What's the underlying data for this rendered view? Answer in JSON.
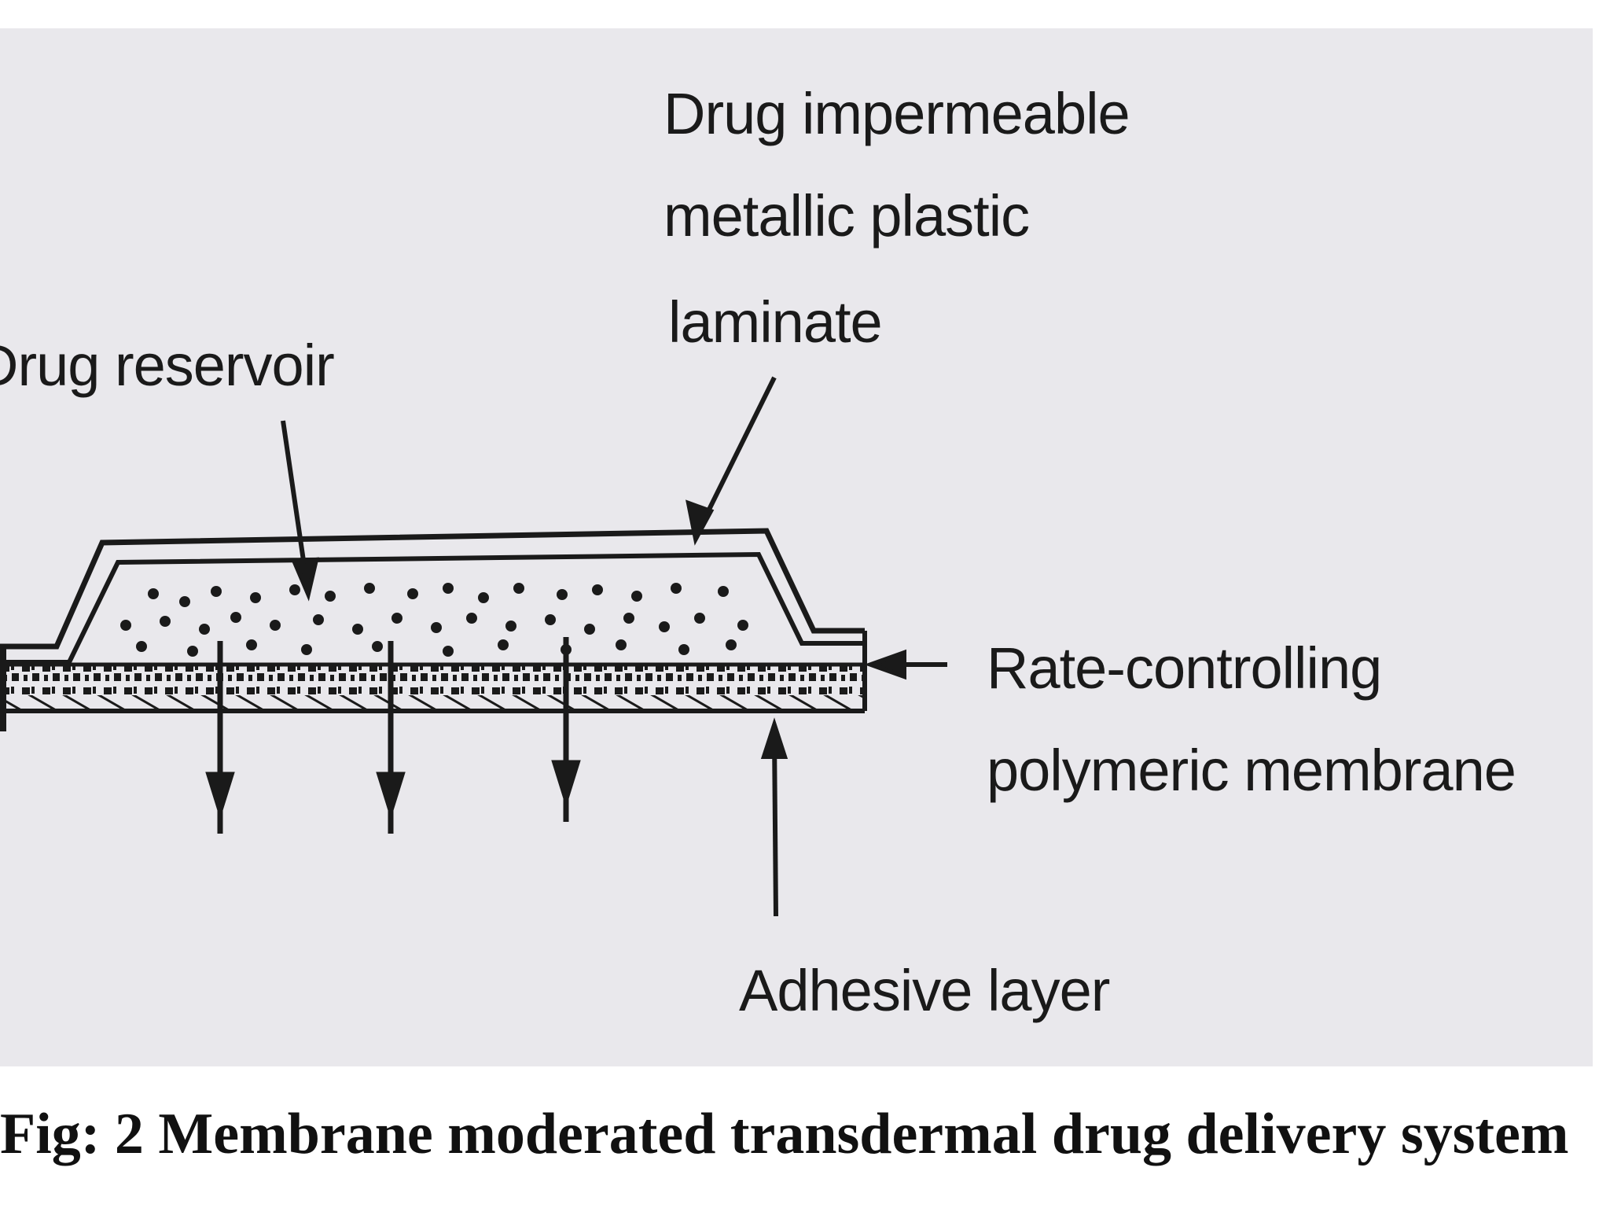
{
  "labels": {
    "laminate": [
      "Drug impermeable",
      "metallic plastic",
      "laminate"
    ],
    "reservoir": "Drug reservoir",
    "membrane": [
      "Rate-controlling",
      "polymeric membrane"
    ],
    "adhesive": "Adhesive layer"
  },
  "caption": "Fig: 2 Membrane moderated transdermal drug delivery system",
  "colors": {
    "panel": "#e9e8ec",
    "ink": "#1a1a1a"
  }
}
